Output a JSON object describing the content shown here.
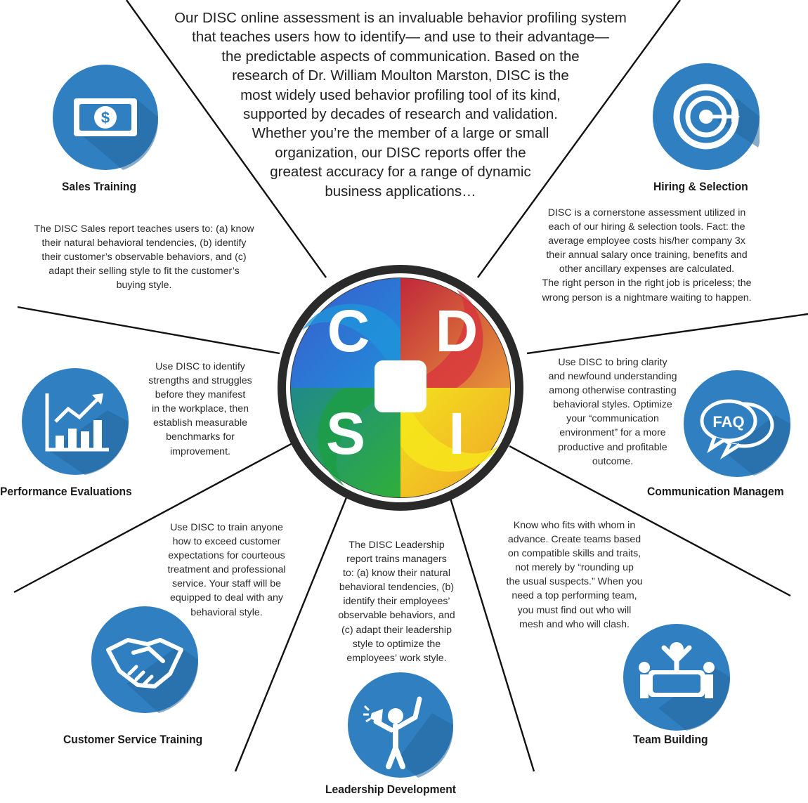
{
  "intro": "Our DISC online assessment is an invaluable behavior profiling system\nthat teaches users how to identify— and use to their advantage—\nthe predictable aspects of communication.  Based on the\nresearch of Dr. William Moulton Marston, DISC is the\nmost widely used behavior profiling tool of its kind,\nsupported by decades of research and validation.\nWhether you’re the member of a large or small\norganization, our DISC reports offer the\ngreatest accuracy for a range of dynamic\nbusiness applications…",
  "center": {
    "c": "C",
    "d": "D",
    "s": "S",
    "i": "I"
  },
  "colors": {
    "icon_bg": "#2f7fc1",
    "icon_shadow": "#25679e",
    "c_blue": "#2a6fc0",
    "d_red": "#d63340",
    "s_green": "#1f9c46",
    "i_yellow": "#f6dd1a"
  },
  "sections": {
    "sales": {
      "label": "Sales Training",
      "icon": "dollar-bill-icon",
      "text": "The DISC Sales report teaches users to: (a) know\ntheir natural behavioral tendencies, (b) identify\ntheir customer’s observable behaviors, and (c)\nadapt their selling style to fit the customer’s\nbuying style."
    },
    "hiring": {
      "label": "Hiring & Selection",
      "icon": "target-icon",
      "text": "DISC is a cornerstone assessment utilized in\neach of our hiring & selection tools. Fact: the\naverage employee costs his/her company 3x\ntheir annual salary once training, benefits and\nother ancillary expenses are calculated.\nThe right person in the right job is priceless; the\nwrong person is a nightmare waiting to happen."
    },
    "performance": {
      "label": "Performance Evaluations",
      "icon": "growth-chart-icon",
      "text": "Use DISC to identify\nstrengths and struggles\nbefore they manifest\nin the workplace, then\nestablish measurable\nbenchmarks for\nimprovement."
    },
    "communication": {
      "label": "Communication Managem",
      "icon": "faq-bubbles-icon",
      "faq": "FAQ",
      "text": "Use DISC to bring clarity\nand newfound understanding\namong otherwise contrasting\nbehavioral styles. Optimize\nyour “communication\nenvironment” for a more\nproductive and profitable\noutcome."
    },
    "customer": {
      "label": "Customer Service Training",
      "icon": "handshake-icon",
      "text": "Use DISC to train anyone\nhow to exceed customer\nexpectations for courteous\ntreatment and professional\nservice. Your staff will be\nequipped to deal with any\nbehavioral style."
    },
    "leadership": {
      "label": "Leadership Development",
      "icon": "megaphone-leader-icon",
      "text": "The DISC Leadership\nreport trains managers\nto: (a) know their natural\nbehavioral tendencies, (b)\nidentify their employees’\nobservable behaviors, and\n(c) adapt their leadership\nstyle to optimize the\nemployees’ work style."
    },
    "team": {
      "label": "Team Building",
      "icon": "team-meeting-icon",
      "text": "Know who fits with whom in\nadvance. Create teams based\non compatible skills and traits,\nnot merely by “rounding up\nthe usual suspects.” When you\nneed a top performing team,\nyou must find out who will\nmesh and who will clash."
    }
  }
}
